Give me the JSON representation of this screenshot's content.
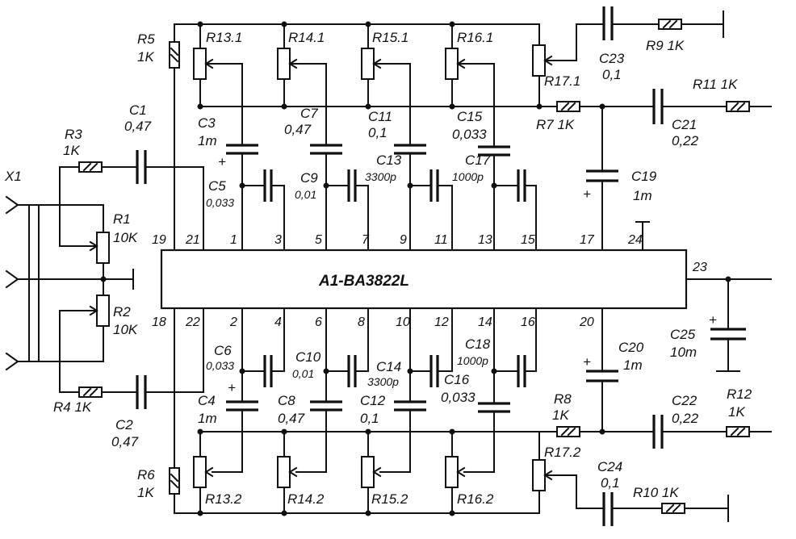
{
  "chip": {
    "name": "A1-BA3822L"
  },
  "pins": [
    "1",
    "2",
    "3",
    "4",
    "5",
    "6",
    "7",
    "8",
    "9",
    "10",
    "11",
    "12",
    "13",
    "14",
    "15",
    "16",
    "17",
    "18",
    "19",
    "20",
    "21",
    "22",
    "23",
    "24"
  ],
  "connector": {
    "name": "X1"
  },
  "resistors": {
    "R1": "R1",
    "R1_val": "10K",
    "R2": "R2",
    "R2_val": "10K",
    "R3": "R3",
    "R3_val": "1K",
    "R4": "R4 1K",
    "R5": "R5",
    "R5_val": "1K",
    "R6": "R6",
    "R6_val": "1K",
    "R7": "R7 1K",
    "R8": "R8",
    "R8_val": "1K",
    "R9": "R9 1K",
    "R10": "R10 1K",
    "R11": "R11 1K",
    "R12": "R12",
    "R12_val": "1K",
    "R13_1": "R13.1",
    "R14_1": "R14.1",
    "R15_1": "R15.1",
    "R16_1": "R16.1",
    "R17_1": "R17.1",
    "R13_2": "R13.2",
    "R14_2": "R14.2",
    "R15_2": "R15.2",
    "R16_2": "R16.2",
    "R17_2": "R17.2"
  },
  "capacitors": {
    "C1": "C1",
    "C1_val": "0,47",
    "C2": "C2",
    "C2_val": "0,47",
    "C3": "C3",
    "C3_val": "1m",
    "C4": "C4",
    "C4_val": "1m",
    "C5": "C5",
    "C5_val": "0,033",
    "C6": "C6",
    "C6_val": "0,033",
    "C7": "C7",
    "C7_val": "0,47",
    "C8": "C8",
    "C8_val": "0,47",
    "C9": "C9",
    "C9_val": "0,01",
    "C10": "C10",
    "C10_val": "0,01",
    "C11": "C11",
    "C11_val": "0,1",
    "C12": "C12",
    "C12_val": "0,1",
    "C13": "C13",
    "C13_val": "3300p",
    "C14": "C14",
    "C14_val": "3300p",
    "C15": "C15",
    "C15_val": "0,033",
    "C16": "C16",
    "C16_val": "0,033",
    "C17": "C17",
    "C17_val": "1000p",
    "C18": "C18",
    "C18_val": "1000p",
    "C19": "C19",
    "C19_val": "1m",
    "C20": "C20",
    "C20_val": "1m",
    "C21": "C21",
    "C21_val": "0,22",
    "C22": "C22",
    "C22_val": "0,22",
    "C23": "C23",
    "C23_val": "0,1",
    "C24": "C24",
    "C24_val": "0,1",
    "C25": "C25",
    "C25_val": "10m"
  },
  "polarity": {
    "plus": "+"
  }
}
